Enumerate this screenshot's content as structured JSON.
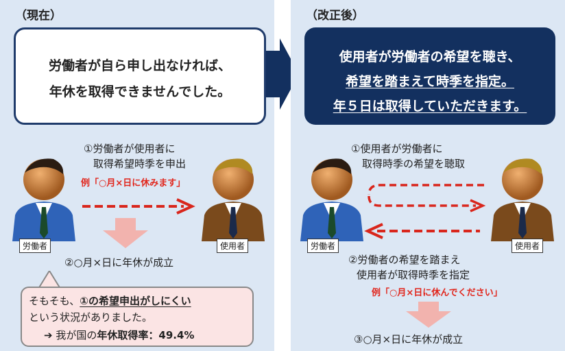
{
  "left": {
    "header": "（現在）",
    "box_line1": "労働者が自ら申し出なければ、",
    "box_line2": "年休を取得できませんでした。",
    "step1_line1": "①労働者が使用者に",
    "step1_line2": "取得希望時季を申出",
    "example": "例「○月×日に休みます」",
    "worker_label": "労働者",
    "employer_label": "使用者",
    "step2": "②○月×日に年休が成立",
    "bubble": {
      "line1_pre": "そもそも、",
      "line1_emph": "①の希望申出がしにくい",
      "line2": "という状況がありました。",
      "line3_arrow": "➔",
      "line3_pre": "我が国の",
      "line3_emph": "年休取得率：49.4%"
    }
  },
  "right": {
    "header": "（改正後）",
    "box_line1": "使用者が労働者の希望を聴き、",
    "box_line2": "希望を踏まえて時季を指定。",
    "box_line3": "年５日は取得していただきます。",
    "step1_line1": "①使用者が労働者に",
    "step1_line2": "取得時季の希望を聴取",
    "worker_label": "労働者",
    "employer_label": "使用者",
    "step2_line1": "②労働者の希望を踏まえ",
    "step2_line2": "使用者が取得時季を指定",
    "example": "例「○月×日に休んでください」",
    "step3": "③○月×日に年休が成立"
  },
  "colors": {
    "panel_bg": "#dce7f4",
    "navy": "#13305f",
    "red_arrow": "#d9261c",
    "pink_arrow": "#f2b3ae",
    "bubble_bg": "#fbe4e4",
    "worker_suit": "#2f63b8",
    "employer_suit": "#7a4a1c"
  }
}
